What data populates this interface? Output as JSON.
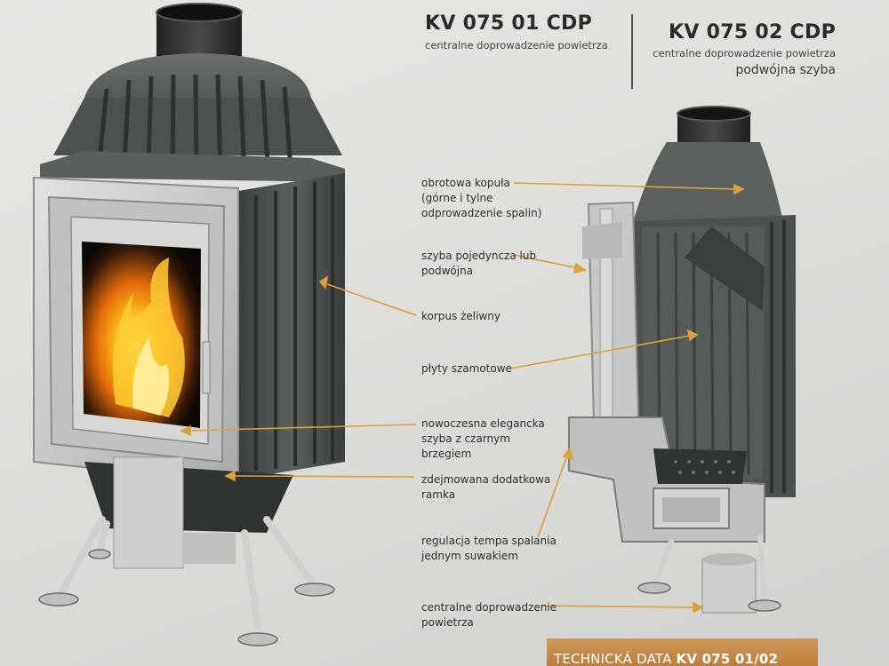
{
  "left_model": {
    "title": "KV 075 01 CDP",
    "subtitle": "centralne doprowadzenie powietrza"
  },
  "right_model": {
    "title": "KV 075 02 CDP",
    "subtitle": "centralne doprowadzenie powietrza",
    "subtitle2": "podwójna szyba"
  },
  "callouts": [
    {
      "lines": [
        "obrotowa kopuła",
        "(górne i tylne",
        "odprowadzenie spalin)"
      ]
    },
    {
      "lines": [
        "szyba pojedyncza lub",
        "podwójna"
      ]
    },
    {
      "lines": [
        "korpus żeliwny"
      ]
    },
    {
      "lines": [
        "płyty szamotowe"
      ]
    },
    {
      "lines": [
        "nowoczesna elegancka",
        "szyba z czarnym",
        "brzegiem"
      ]
    },
    {
      "lines": [
        "zdejmowana dodatkowa",
        "ramka"
      ]
    },
    {
      "lines": [
        "regulacja tempa spalania",
        "jednym suwakiem"
      ]
    },
    {
      "lines": [
        "centralne doprowadzenie",
        "powietrza"
      ]
    }
  ],
  "tech_bar": {
    "prefix": "TECHNICKÁ DATA",
    "model": "KV 075 01/02"
  },
  "colors": {
    "arrow": "#d9a13a",
    "cast_iron": "#4a4f4c",
    "frame": "#c9cbc8",
    "tech_bar": "#c0843f"
  }
}
